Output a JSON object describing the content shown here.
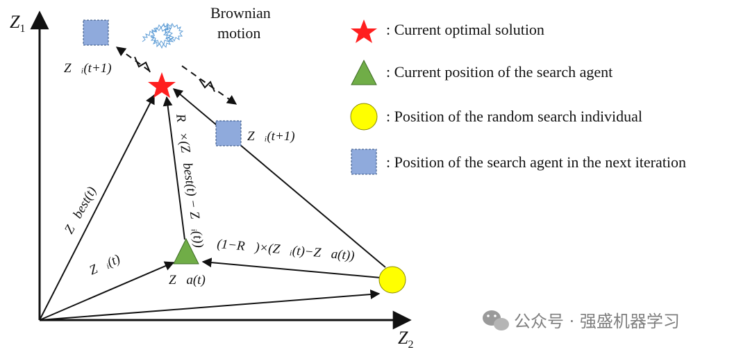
{
  "axes": {
    "y_label": "Z",
    "y_sub": "1",
    "x_label": "Z",
    "x_sub": "2"
  },
  "brownian": {
    "line1": "Brownian",
    "line2": "motion"
  },
  "labels": {
    "zi_next_top": "Z⃗ᵢ(t+1)",
    "zi_next_mid": "Z⃗ᵢ(t+1)",
    "zbest": "Z⃗best(t)",
    "zi": "Z⃗ᵢ(t)",
    "za": "Z⃗a(t)",
    "r_term": "R⃗×(Z⃗best(t) − Z⃗ᵢ(t))",
    "one_minus_r_term": "(1−R⃗)×(Z⃗ᵢ(t)−Z⃗a(t))"
  },
  "legend": [
    {
      "icon": "red-star-icon",
      "text": ": Current optimal solution"
    },
    {
      "icon": "green-triangle-icon",
      "text": ": Current position of the search agent"
    },
    {
      "icon": "yellow-circle-icon",
      "text": ": Position of the random search individual"
    },
    {
      "icon": "blue-square-icon",
      "text": ": Position of the search agent in the next iteration"
    }
  ],
  "watermark": "公众号 · 强盛机器学习",
  "colors": {
    "star": "#ff1f1f",
    "triangle": "#70ad47",
    "circle": "#ffff00",
    "square": "#8faadc",
    "brownian": "#5b9bd5"
  }
}
